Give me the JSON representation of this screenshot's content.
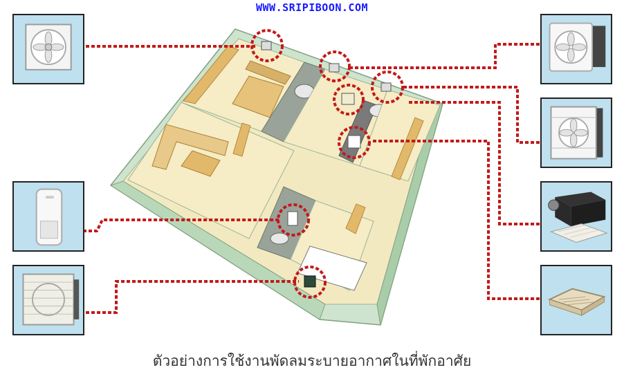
{
  "watermark": "WWW.SRIPIBOON.COM",
  "caption": "ตัวอย่างการใช้งานพัดลมระบายอากาศในที่พักอาศัย",
  "colors": {
    "leader_line": "#c21a1a",
    "product_bg": "#bfe0ee",
    "floor": "#f3e9c0",
    "wall": "#cfe4cf",
    "wood": "#e2b96a"
  },
  "products": [
    {
      "name": "wall-mount-fan-square",
      "side": "left"
    },
    {
      "name": "hand-dryer",
      "side": "left"
    },
    {
      "name": "window-fan-with-shutter",
      "side": "left"
    },
    {
      "name": "round-duct-wall-fan",
      "side": "right"
    },
    {
      "name": "square-wall-fan",
      "side": "right"
    },
    {
      "name": "ceiling-duct-fan",
      "side": "right"
    },
    {
      "name": "ceiling-mount-fan",
      "side": "right"
    }
  ]
}
